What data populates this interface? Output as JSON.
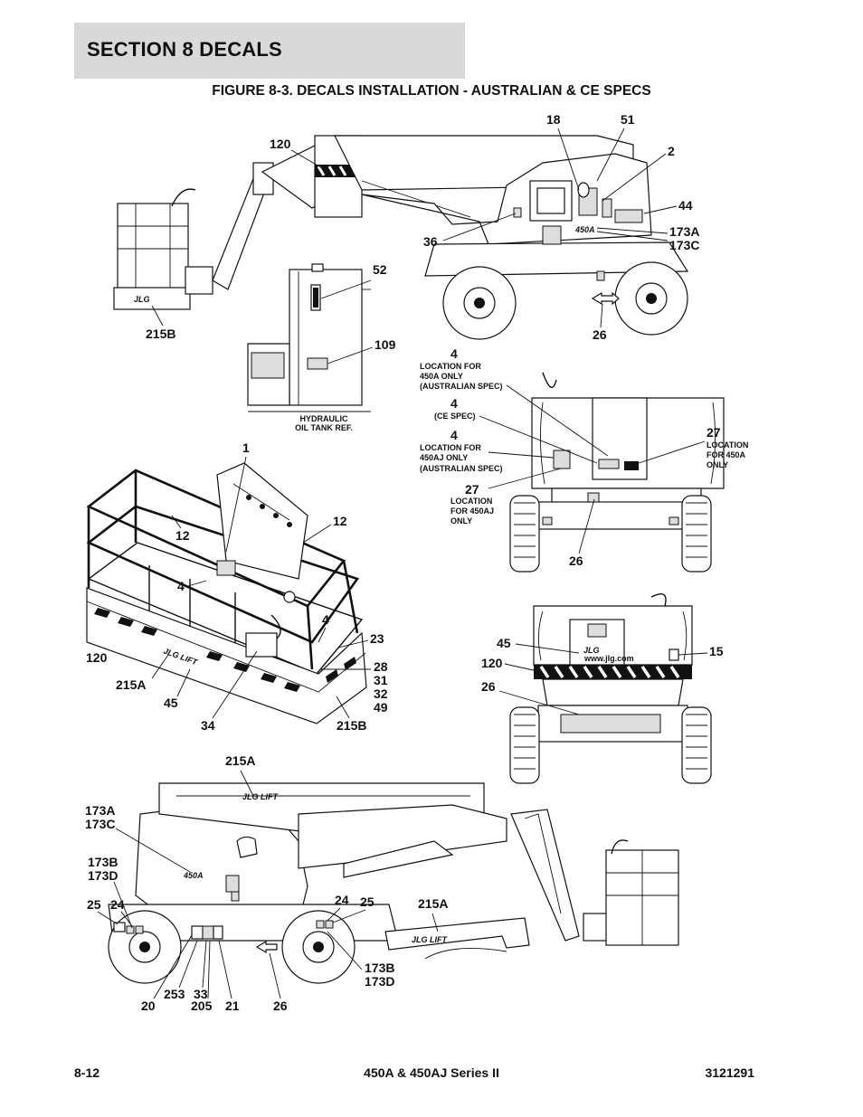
{
  "header": {
    "section_title": "SECTION 8   DECALS",
    "figure_title": "FIGURE 8-3. DECALS INSTALLATION - AUSTRALIAN & CE SPECS"
  },
  "footer": {
    "page_number": "8-12",
    "model": "450A & 450AJ Series II",
    "part_number": "3121291"
  },
  "drawing": {
    "brand_logo": "JLG",
    "model_badge": "450A",
    "basket_text": "JLG LIFT",
    "boom_text": "JLG LIFT",
    "website": "www.jlg.com",
    "tank_caption_1": "HYDRAULIC",
    "tank_caption_2": "OIL TANK REF."
  },
  "callouts": {
    "top_machine": [
      "120",
      "18",
      "51",
      "2",
      "44",
      "173A",
      "173C",
      "36",
      "26",
      "52",
      "109",
      "215B"
    ],
    "rear_view_notes": {
      "n4_a": "4",
      "n4_a_t1": "LOCATION FOR",
      "n4_a_t2": "450A ONLY",
      "n4_a_t3": "(AUSTRALIAN SPEC)",
      "n4_b": "4",
      "n4_b_t1": "(CE SPEC)",
      "n4_c": "4",
      "n4_c_t1": "LOCATION FOR",
      "n4_c_t2": "450AJ ONLY",
      "n4_c_t3": "(AUSTRALIAN SPEC)",
      "n27_a": "27",
      "n27_a_t1": "LOCATION",
      "n27_a_t2": "FOR 450AJ",
      "n27_a_t3": "ONLY",
      "n27_b": "27",
      "n27_b_t1": "LOCATION",
      "n27_b_t2": "FOR 450A",
      "n27_b_t3": "ONLY",
      "n26": "26"
    },
    "platform": [
      "1",
      "12",
      "12",
      "4",
      "4",
      "23",
      "120",
      "215A",
      "45",
      "34",
      "28",
      "31",
      "32",
      "49",
      "215B"
    ],
    "front_view": [
      "45",
      "120",
      "26",
      "15"
    ],
    "side_view": [
      "215A",
      "173A",
      "173C",
      "173B",
      "173D",
      "25",
      "24",
      "24",
      "25",
      "215A",
      "173B",
      "173D",
      "20",
      "253",
      "33",
      "205",
      "21",
      "26"
    ]
  }
}
